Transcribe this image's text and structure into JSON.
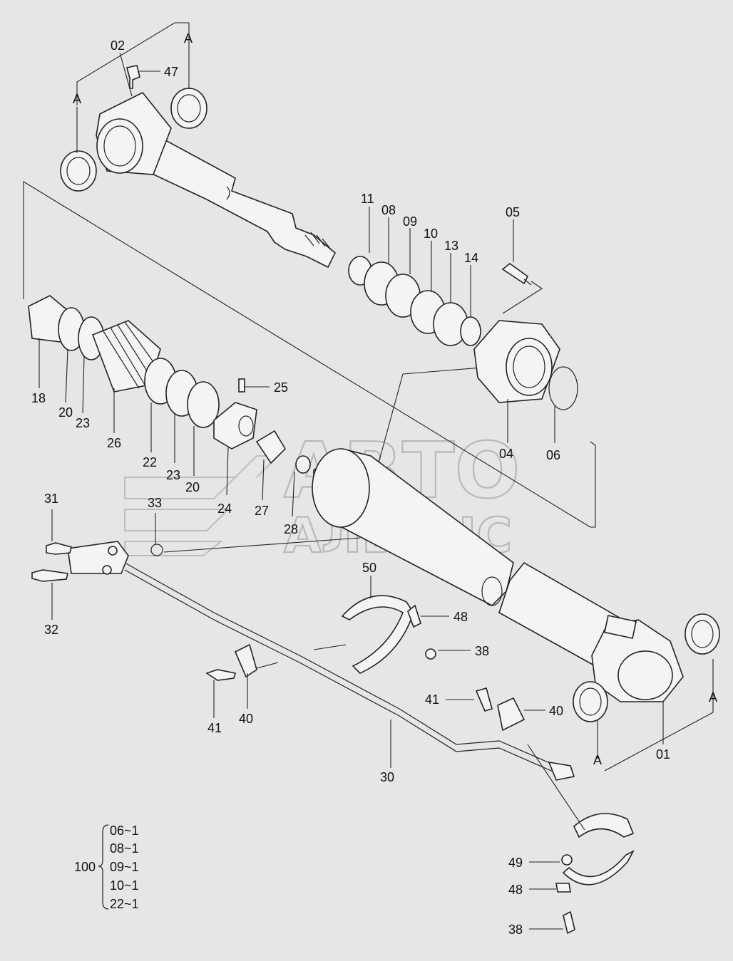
{
  "watermark": {
    "line1": "АВТО",
    "line2": "АЛЬЯНС"
  },
  "callouts": {
    "c01": "01",
    "c02": "02",
    "c04": "04",
    "c05": "05",
    "c06": "06",
    "c08": "08",
    "c09": "09",
    "c10": "10",
    "c11": "11",
    "c13": "13",
    "c14": "14",
    "c18": "18",
    "c20a": "20",
    "c20b": "20",
    "c22": "22",
    "c23a": "23",
    "c23b": "23",
    "c24": "24",
    "c25": "25",
    "c26": "26",
    "c27": "27",
    "c28": "28",
    "c30": "30",
    "c31": "31",
    "c32": "32",
    "c33": "33",
    "c38a": "38",
    "c38b": "38",
    "c40a": "40",
    "c40b": "40",
    "c41a": "41",
    "c41b": "41",
    "c47": "47",
    "c48a": "48",
    "c48b": "48",
    "c49": "49",
    "c50": "50",
    "a1": "A",
    "a2": "A",
    "a3": "A",
    "a4": "A"
  },
  "kit": {
    "label": "100",
    "items": [
      "06~1",
      "08~1",
      "09~1",
      "10~1",
      "22~1"
    ]
  }
}
